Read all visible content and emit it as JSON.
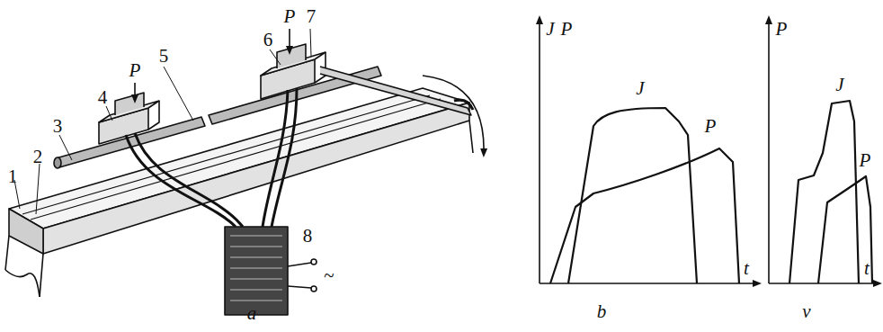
{
  "diagram": {
    "labels": [
      "1",
      "2",
      "3",
      "4",
      "P",
      "5",
      "6",
      "P",
      "7",
      "8",
      "~",
      "a",
      "J",
      "P",
      "J",
      "P",
      "t",
      "b",
      "P",
      "J",
      "P",
      "t",
      "v"
    ]
  }
}
